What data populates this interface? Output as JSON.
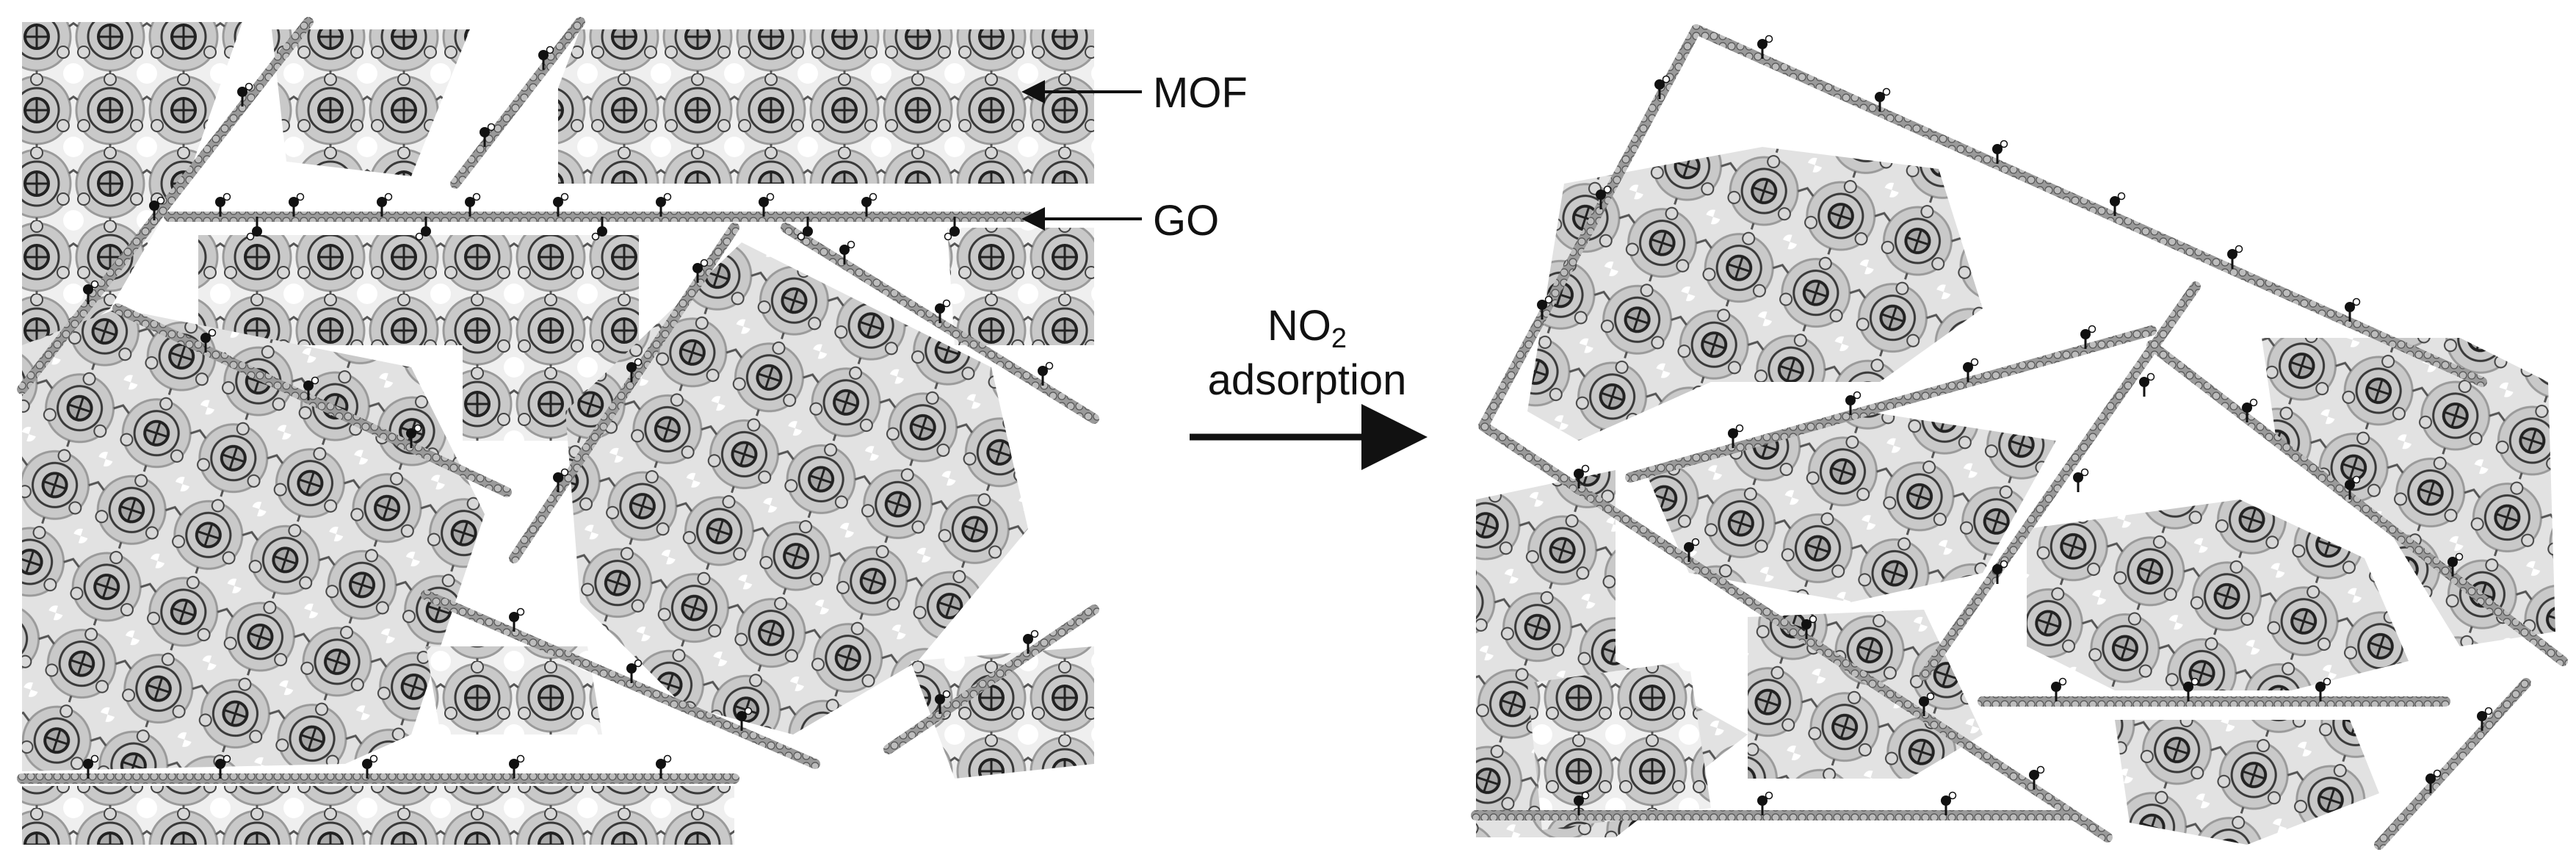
{
  "labels": {
    "mof": "MOF",
    "go": "GO",
    "process_species": "NO",
    "process_subscript": "2",
    "process_word": "adsorption"
  },
  "colors": {
    "background": "#ffffff",
    "mof_fill": "#c9c9c9",
    "mof_pore": "#ffffff",
    "mof_linker": "#3a3a3a",
    "go_sheet": "#8e8e8e",
    "go_edge": "#4d4d4d",
    "functional_group": "#111111",
    "arrow": "#111111"
  }
}
